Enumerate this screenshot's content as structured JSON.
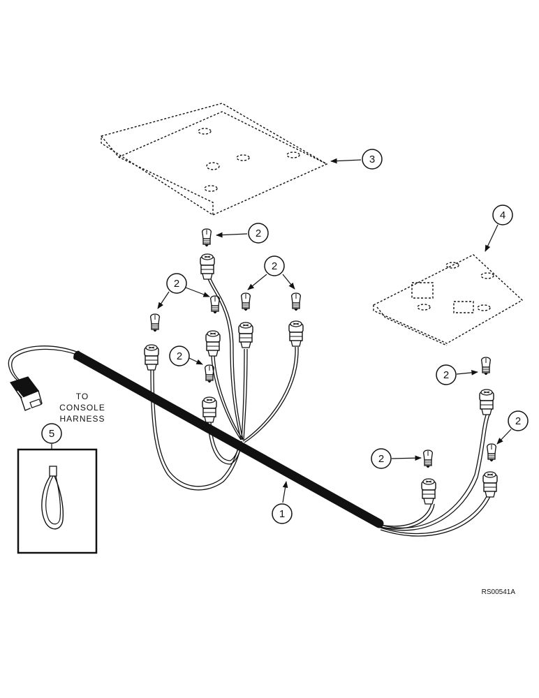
{
  "callouts": {
    "c1": "1",
    "c2": "2",
    "c3": "3",
    "c4": "4",
    "c5": "5"
  },
  "note": {
    "line1": "TO",
    "line2": "CONSOLE",
    "line3": "HARNESS"
  },
  "reference_code": "RS00541A"
}
